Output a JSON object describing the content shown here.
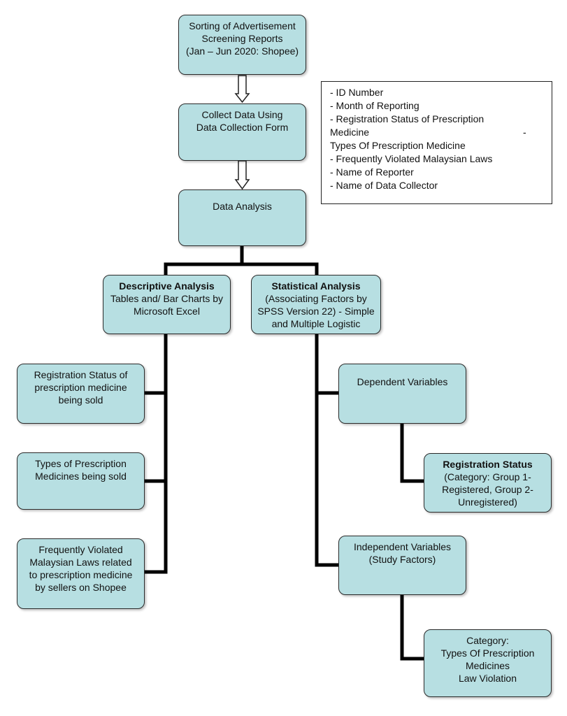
{
  "flow": {
    "sorting": [
      "Sorting of Advertisement",
      "Screening Reports",
      "(Jan – Jun 2020: Shopee)"
    ],
    "collect": [
      "Collect Data Using",
      "Data Collection Form"
    ],
    "analysis": "Data Analysis",
    "descriptive": {
      "title": "Descriptive Analysis",
      "lines": [
        "Tables and/ Bar Charts by",
        "Microsoft Excel"
      ]
    },
    "statistical": {
      "title": "Statistical Analysis",
      "lines": [
        "(Associating Factors by",
        "SPSS Version 22) - Simple",
        "and Multiple Logistic"
      ]
    },
    "desc_items": [
      [
        "Registration Status of",
        "prescription medicine",
        "being sold"
      ],
      [
        "Types of Prescription",
        "Medicines being sold"
      ],
      [
        "Frequently Violated",
        "Malaysian Laws related",
        "to prescription medicine",
        "by sellers on Shopee"
      ]
    ],
    "dependent": "Dependent Variables",
    "registration": {
      "title": "Registration Status",
      "lines": [
        "(Category: Group 1-",
        "Registered, Group 2-",
        "Unregistered)"
      ]
    },
    "independent": [
      "Independent Variables",
      "(Study Factors)"
    ],
    "category": [
      "Category:",
      "Types Of Prescription",
      "Medicines",
      "Law Violation"
    ]
  },
  "info_box": {
    "lines": [
      "- ID Number",
      "- Month of Reporting",
      "- Registration Status of Prescription",
      "Medicine",
      "Types Of Prescription Medicine",
      "- Frequently Violated Malaysian Laws",
      "- Name of Reporter",
      "- Name of Data Collector"
    ],
    "stray_dash": "-"
  }
}
